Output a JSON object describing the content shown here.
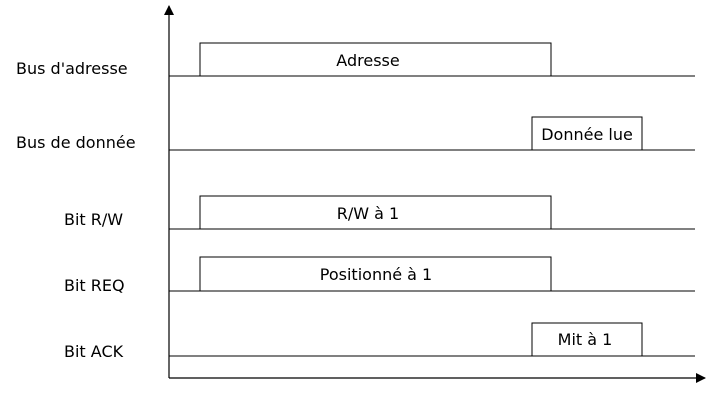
{
  "signals": [
    {
      "label": "Bus d'adresse",
      "pulse_text": "Adresse"
    },
    {
      "label": "Bus de donnée",
      "pulse_text": "Donnée lue"
    },
    {
      "label": "Bit R/W",
      "pulse_text": "R/W à 1"
    },
    {
      "label": "Bit REQ",
      "pulse_text": "Positionné à 1"
    },
    {
      "label": "Bit ACK",
      "pulse_text": "Mit à 1"
    }
  ],
  "colors": {
    "line": "#000000",
    "background": "#ffffff"
  }
}
